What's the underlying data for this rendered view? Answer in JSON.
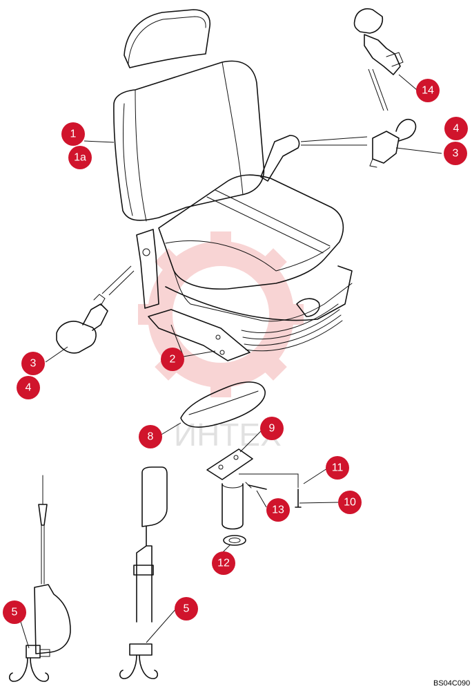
{
  "diagram": {
    "drawing_code": "BS04C090",
    "watermark": "ИНТЕХ",
    "accent_color": "#d0142c",
    "callouts": [
      {
        "id": "1",
        "label": "1"
      },
      {
        "id": "1a",
        "label": "1a"
      },
      {
        "id": "2",
        "label": "2"
      },
      {
        "id": "3a",
        "label": "3"
      },
      {
        "id": "4a",
        "label": "4"
      },
      {
        "id": "3b",
        "label": "3"
      },
      {
        "id": "4b",
        "label": "4"
      },
      {
        "id": "5a",
        "label": "5"
      },
      {
        "id": "5b",
        "label": "5"
      },
      {
        "id": "8",
        "label": "8"
      },
      {
        "id": "9",
        "label": "9"
      },
      {
        "id": "10",
        "label": "10"
      },
      {
        "id": "11",
        "label": "11"
      },
      {
        "id": "12",
        "label": "12"
      },
      {
        "id": "13",
        "label": "13"
      },
      {
        "id": "14",
        "label": "14"
      }
    ]
  }
}
